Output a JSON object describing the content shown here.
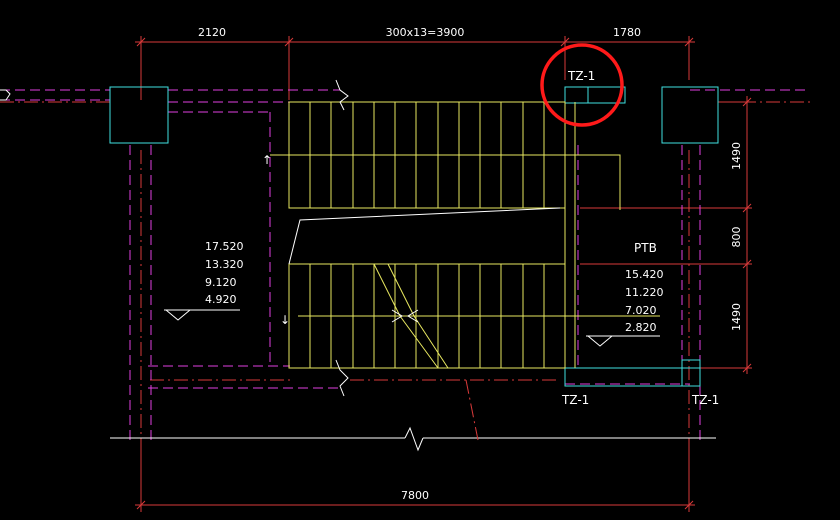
{
  "drawing": {
    "background_color": "#000000",
    "colors": {
      "dimension": "#d93a3a",
      "beam_dashed": "#e040e0",
      "axis": "#d93a3a",
      "stair": "#e8e860",
      "column": "#40e0e0",
      "line": "#ffffff",
      "marker": "#ff1a1a"
    },
    "dims": {
      "top_left": "2120",
      "top_middle": "300x13=3900",
      "top_right": "1780",
      "bottom_total": "7800",
      "right_top": "1490",
      "right_middle": "800",
      "right_bottom": "1490"
    },
    "elevations_left": [
      "17.520",
      "13.320",
      "9.120",
      "4.920"
    ],
    "elevations_right": [
      "15.420",
      "11.220",
      "7.020",
      "2.820"
    ],
    "labels": {
      "tz_top": "TZ-1",
      "tz_bottom_left": "TZ-1",
      "tz_bottom_right": "TZ-1",
      "ptb": "PTB"
    },
    "arrow_up": "↑",
    "arrow_down": "↓",
    "highlight": {
      "shape": "circle",
      "target": "TZ-1 (top)"
    }
  }
}
